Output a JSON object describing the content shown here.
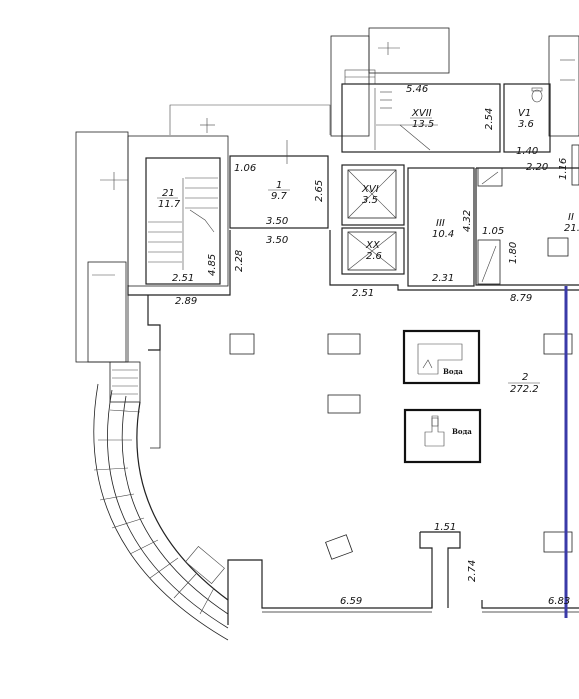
{
  "rooms": [
    {
      "id": "r-xvii",
      "num": "XVII",
      "area": "13.5"
    },
    {
      "id": "r-v1",
      "num": "V1",
      "area": "3.6"
    },
    {
      "id": "r-21",
      "num": "21",
      "area": "11.7"
    },
    {
      "id": "r-1",
      "num": "1",
      "area": "9.7"
    },
    {
      "id": "r-xvi",
      "num": "XVI",
      "area": "3.5"
    },
    {
      "id": "r-xx",
      "num": "XX",
      "area": "2.6"
    },
    {
      "id": "r-iii",
      "num": "III",
      "area": "10.4"
    },
    {
      "id": "r-2",
      "num": "2",
      "area": "272.2"
    },
    {
      "id": "r-ii",
      "num": "II",
      "area": "21."
    }
  ],
  "dimensions": [
    "5.46",
    "2.54",
    "1.40",
    "2.20",
    "1.16",
    "1.06",
    "2.65",
    "3.50",
    "3.50",
    "4.32",
    "1.05",
    "1.80",
    "2.31",
    "2.51",
    "4.85",
    "2.28",
    "2.89",
    "2.51",
    "8.79",
    "1.51",
    "2.74",
    "6.59",
    "6.83"
  ],
  "labels": {
    "water_1": "Вода",
    "water_2": "Вода"
  },
  "colors": {
    "wall": "#222222",
    "highlight": "#3a3aa8"
  }
}
